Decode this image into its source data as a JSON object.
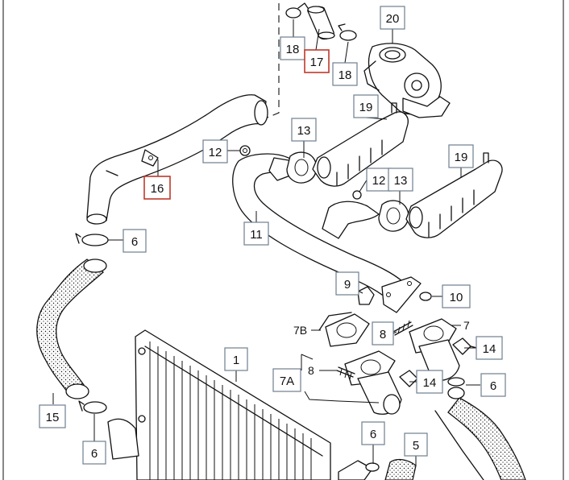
{
  "diagram": {
    "colors": {
      "callout_border": "#6f7f8e",
      "highlight_border": "#c0392b",
      "line": "#111111",
      "background": "#ffffff"
    },
    "callouts": {
      "c20": "20",
      "c18a": "18",
      "c17": "17",
      "c18b": "18",
      "c19a": "19",
      "c13a": "13",
      "c12a": "12",
      "c16": "16",
      "c12b": "12",
      "c13b": "13",
      "c19b": "19",
      "c11": "11",
      "c6a": "6",
      "c9": "9",
      "c10": "10",
      "c8a": "8",
      "c14a": "14",
      "c1": "1",
      "c7a": "7A",
      "c14b": "14",
      "c6b": "6",
      "c15": "15",
      "c6c": "6",
      "c6d": "6",
      "c5": "5"
    },
    "labels": {
      "l7b": "7B",
      "l7": "7",
      "l8": "8"
    }
  }
}
